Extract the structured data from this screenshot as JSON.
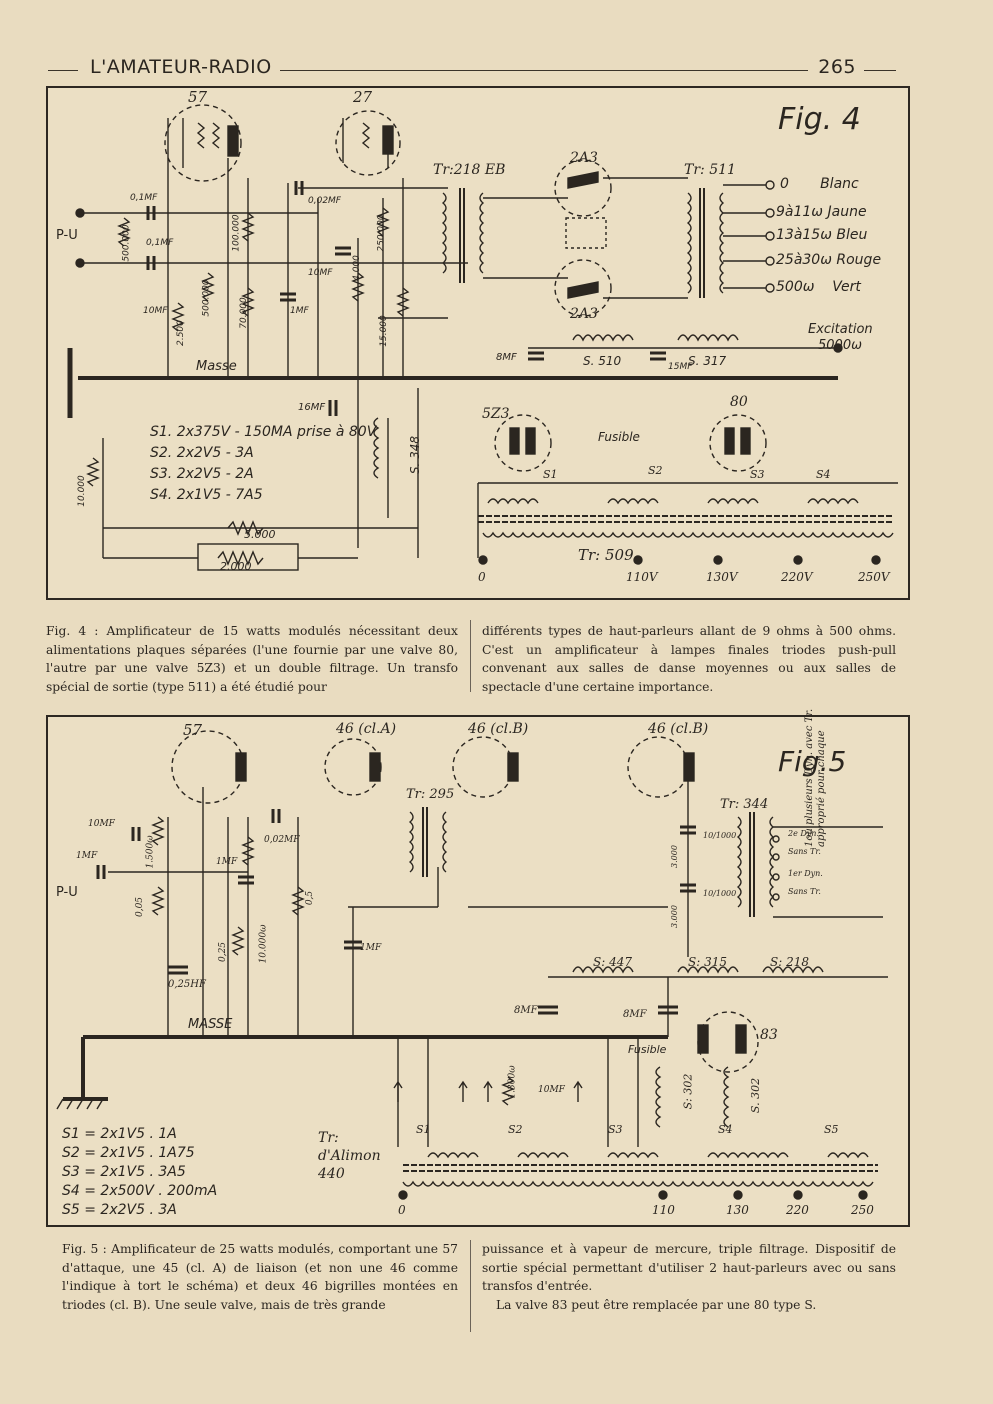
{
  "header": {
    "title": "L'AMATEUR-RADIO",
    "page_number": "265"
  },
  "fig4": {
    "label": "Fig. 4",
    "tube_labels": [
      "57",
      "27",
      "2A3",
      "2A3",
      "5Z3",
      "80"
    ],
    "transformers": [
      "Tr:218 EB",
      "Tr: 511",
      "Tr: 509"
    ],
    "outputs": [
      {
        "value": "0",
        "color": "Blanc"
      },
      {
        "value": "9à11ω",
        "color": "Jaune"
      },
      {
        "value": "13à15ω",
        "color": "Bleu"
      },
      {
        "value": "25à30ω",
        "color": "Rouge"
      },
      {
        "value": "500ω",
        "color": "Vert"
      }
    ],
    "excitation": "Excitation",
    "excitation_value": "5000ω",
    "input_label": "P-U",
    "masse": "Masse",
    "fusible": "Fusible",
    "components": [
      "0,1MF",
      "0,1MF",
      "500.000",
      "10MF",
      "2.500",
      "500.000",
      "100.000",
      "70.000",
      "1MF",
      "0,02MF",
      "10MF",
      "250.000",
      "4.000",
      "15.000",
      "8MF",
      "15MF",
      "S. 510",
      "S. 317",
      "16MF",
      "S. 348",
      "10.000",
      "5.000",
      "2.000"
    ],
    "secondaries": [
      "S1",
      "S2",
      "S3",
      "S4"
    ],
    "legend": [
      "S1. 2x375V - 150MA prise à 80V",
      "S2. 2x2V5 - 3A",
      "S3. 2x2V5 - 2A",
      "S4. 2x1V5 - 7A5"
    ],
    "taps": [
      "0",
      "110V",
      "130V",
      "220V",
      "250V"
    ],
    "caption_left": "Fig. 4 : Amplificateur de 15 watts modulés nécessitant deux alimentations plaques séparées (l'une fournie par une valve 80, l'autre par une valve 5Z3) et un double filtrage. Un transfo spécial de sortie (type 511) a été étudié pour",
    "caption_right": "différents types de haut-parleurs allant de 9 ohms à 500 ohms. C'est un amplificateur à lampes finales triodes push-pull convenant aux salles de danse moyennes ou aux salles de spectacle d'une certaine importance."
  },
  "fig5": {
    "label": "Fig.5",
    "tube_labels": [
      "57",
      "46 (cl.A)",
      "46 (cl.B)",
      "46 (cl.B)",
      "83"
    ],
    "transformers": [
      "Tr: 295",
      "Tr: 344",
      "Tr: d'Alimon 440"
    ],
    "input_label": "P-U",
    "masse": "MASSE",
    "fusible": "Fusible",
    "components": [
      "10MF",
      "1.500ω",
      "1MF",
      "0,05",
      "0,02MF",
      "1MF",
      "0,25",
      "10.000ω",
      "0,5",
      "0,25HF",
      "1MF",
      "10/1000",
      "3.000",
      "10/1000",
      "3.000",
      "S: 447",
      "S: 315",
      "S: 218",
      "8MF",
      "8MF",
      "S: 302",
      "S. 302",
      "1.300ω",
      "10MF"
    ],
    "speaker_note": "1ou plusieurs Dyn. avec Tr. approprié pour chaque",
    "speaker_taps": [
      "2e Dyn.",
      "Sans Tr.",
      "1er Dyn.",
      "Sans Tr."
    ],
    "secondaries": [
      "S1",
      "S2",
      "S3",
      "S4",
      "S5"
    ],
    "legend": [
      "S1 = 2x1V5 . 1A",
      "S2 = 2x1V5 . 1A75",
      "S3 = 2x1V5 . 3A5",
      "S4 = 2x500V . 200mA",
      "S5 = 2x2V5 . 3A"
    ],
    "taps": [
      "0",
      "110",
      "130",
      "220",
      "250"
    ],
    "caption_left": "Fig. 5 : Amplificateur de 25 watts modulés, comportant une 57 d'attaque, une 45 (cl. A) de liaison (et non une 46 comme l'indique à tort le schéma) et deux 46 bigrilles montées en triodes (cl. B). Une seule valve, mais de très grande",
    "caption_right_1": "puissance et à vapeur de mercure, triple filtrage. Dispositif de sortie spécial permettant d'utiliser 2 haut-parleurs avec ou sans transfos d'entrée.",
    "caption_right_2": "La valve 83 peut être remplacée par une 80 type S."
  }
}
